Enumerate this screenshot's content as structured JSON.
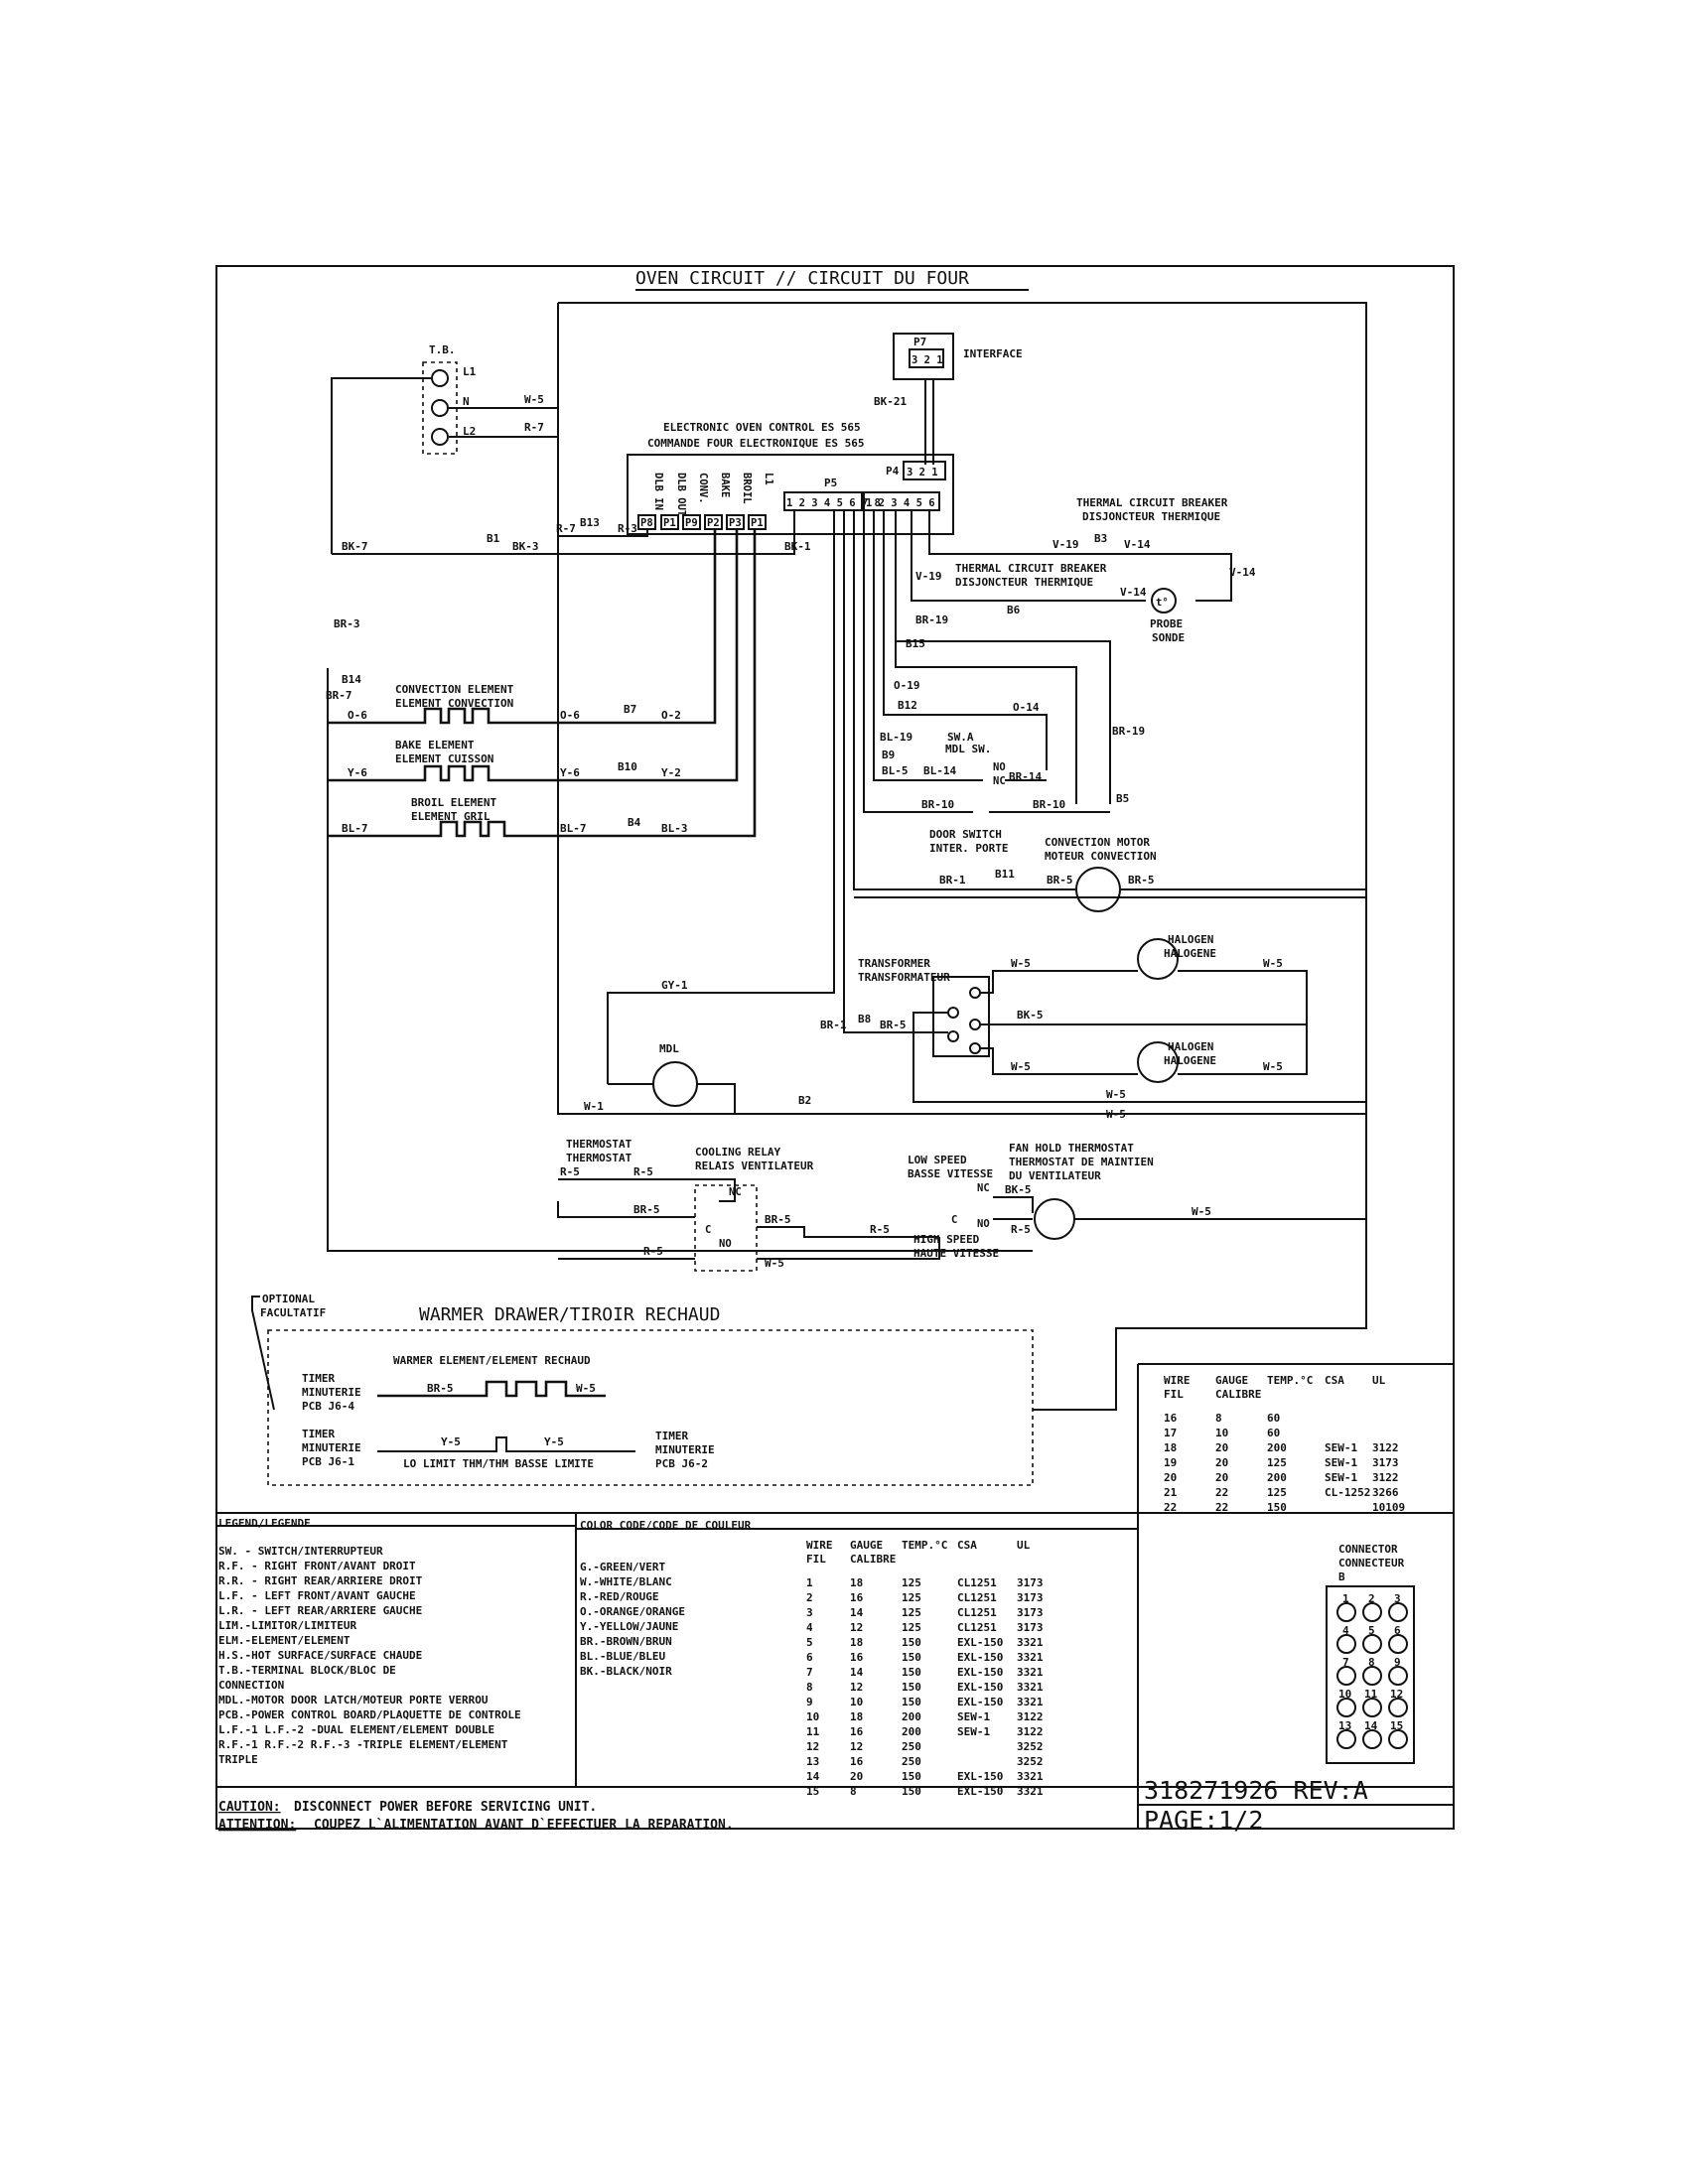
{
  "title": "OVEN CIRCUIT // CIRCUIT DU FOUR",
  "warmer_title": "WARMER DRAWER/TIROIR RECHAUD",
  "optional_label": [
    "OPTIONAL",
    "FACULTATIF"
  ],
  "doc_number": "318271926  REV:A",
  "page": "PAGE:1/2",
  "caution": {
    "label": "CAUTION:",
    "text": " DISCONNECT POWER BEFORE SERVICING UNIT."
  },
  "attention": {
    "label": "ATTENTION:",
    "text": "COUPEZ L`ALIMENTATION AVANT D`EFFECTUER LA REPARATION."
  },
  "components": {
    "tb": "T.B.",
    "tb_l1": "L1",
    "tb_n": "N",
    "tb_l2": "L2",
    "p7": "P7",
    "p7_pins": "3 2 1",
    "interface": "INTERFACE",
    "eoc1": "ELECTRONIC OVEN CONTROL ES 565",
    "eoc2": "COMMANDE FOUR ELECTRONIQUE ES 565",
    "relay_labels": [
      "DLB IN",
      "DLB OUT",
      "CONV.",
      "BAKE",
      "BROIL",
      "L1"
    ],
    "relay_pins": [
      "P8",
      "P1",
      "P9",
      "P2",
      "P3",
      "P1"
    ],
    "p5": "P5",
    "p5_pins": "1 2 3 4 5 6 7 8",
    "p4": "P4",
    "p4_pins": "1 2 3 4 5 6",
    "tcb1a": "THERMAL CIRCUIT BREAKER",
    "tcb1b": "DISJONCTEUR THERMIQUE",
    "tcb2a": "THERMAL CIRCUIT BREAKER",
    "tcb2b": "DISJONCTEUR THERMIQUE",
    "probe1": "PROBE",
    "probe2": "SONDE",
    "probe_sym": "t°",
    "conv_el1": "CONVECTION ELEMENT",
    "conv_el2": "ELEMENT CONVECTION",
    "bake_el1": "BAKE ELEMENT",
    "bake_el2": "ELEMENT CUISSON",
    "broil_el1": "BROIL ELEMENT",
    "broil_el2": "ELEMENT GRIL",
    "swa1": "SW.A",
    "swa2": "MDL SW.",
    "no": "NO",
    "nc": "NC",
    "door1": "DOOR SWITCH",
    "door2": "INTER. PORTE",
    "cmotor1": "CONVECTION MOTOR",
    "cmotor2": "MOTEUR CONVECTION",
    "halogen1": "HALOGEN",
    "halogen2": "HALOGENE",
    "trans1": "TRANSFORMER",
    "trans2": "TRANSFORMATEUR",
    "mdl": "MDL",
    "thermo1": "THERMOSTAT",
    "thermo2": "THERMOSTAT",
    "relay1": "COOLING RELAY",
    "relay2": "RELAIS VENTILATEUR",
    "c": "C",
    "low1": "LOW SPEED",
    "low2": "BASSE VITESSE",
    "fan1": "FAN HOLD THERMOSTAT",
    "fan2": "THERMOSTAT DE MAINTIEN",
    "fan3": "DU VENTILATEUR",
    "high1": "HIGH SPEED",
    "high2": "HAUTE VITESSE",
    "warmer_el": "WARMER ELEMENT/ELEMENT RECHAUD",
    "timer_a": [
      "TIMER",
      "MINUTERIE",
      "PCB J6-4"
    ],
    "timer_b": [
      "TIMER",
      "MINUTERIE",
      "PCB J6-1"
    ],
    "timer_c": [
      "TIMER",
      "MINUTERIE",
      "PCB J6-2"
    ],
    "lolimit": "LO LIMIT THM/THM BASSE LIMITE"
  },
  "wires": {
    "w5": "W-5",
    "r7": "R-7",
    "bk7": "BK-7",
    "bk3": "BK-3",
    "bk1": "BK-1",
    "bk21": "BK-21",
    "r3": "R-3",
    "b1": "B1",
    "b13": "B13",
    "b3": "B3",
    "b6": "B6",
    "b7": "B7",
    "b10": "B10",
    "b4": "B4",
    "b14": "B14",
    "b15": "B15",
    "b12": "B12",
    "b9": "B9",
    "b5": "B5",
    "b11": "B11",
    "b8": "B8",
    "b2": "B2",
    "v19": "V-19",
    "v14": "V-14",
    "br3": "BR-3",
    "br7": "BR-7",
    "br19": "BR-19",
    "br14": "BR-14",
    "br10": "BR-10",
    "br1": "BR-1",
    "br5": "BR-5",
    "o6": "O-6",
    "o2": "O-2",
    "o19": "O-19",
    "o14": "O-14",
    "y6": "Y-6",
    "y2": "Y-2",
    "y5": "Y-5",
    "bl7": "BL-7",
    "bl3": "BL-3",
    "bl19": "BL-19",
    "bl5": "BL-5",
    "bl14": "BL-14",
    "gy1": "GY-1",
    "bk5": "BK-5",
    "w1": "W-1",
    "r5": "R-5"
  },
  "legend": {
    "title": "LEGEND/LEGENDE",
    "lines": [
      "SW.  - SWITCH/INTERRUPTEUR",
      "R.F.  - RIGHT FRONT/AVANT DROIT",
      "R.R.  - RIGHT REAR/ARRIERE DROIT",
      "L.F.  - LEFT FRONT/AVANT GAUCHE",
      "L.R.  - LEFT REAR/ARRIERE GAUCHE",
      "LIM.-LIMITOR/LIMITEUR",
      "ELM.-ELEMENT/ELEMENT",
      "H.S.-HOT SURFACE/SURFACE CHAUDE",
      "T.B.-TERMINAL BLOCK/BLOC DE",
      "        CONNECTION",
      "MDL.-MOTOR DOOR LATCH/MOTEUR PORTE VERROU",
      "PCB.-POWER CONTROL BOARD/PLAQUETTE DE CONTROLE",
      "L.F.-1 L.F.-2 -DUAL ELEMENT/ELEMENT  DOUBLE",
      "R.F.-1 R.F.-2 R.F.-3 -TRIPLE ELEMENT/ELEMENT",
      "TRIPLE"
    ]
  },
  "color_code": {
    "title": "COLOR CODE/CODE DE COULEUR",
    "lines": [
      "G.-GREEN/VERT",
      "W.-WHITE/BLANC",
      "R.-RED/ROUGE",
      "O.-ORANGE/ORANGE",
      "Y.-YELLOW/JAUNE",
      "BR.-BROWN/BRUN",
      "BL.-BLUE/BLEU",
      "BK.-BLACK/NOIR"
    ]
  },
  "wire_table": {
    "headers": [
      "WIRE",
      "GAUGE",
      "TEMP.°C",
      "CSA",
      "UL"
    ],
    "headers2": [
      "FIL",
      "CALIBRE",
      "",
      "",
      ""
    ],
    "rows": [
      [
        "1",
        "18",
        "125",
        "CL1251",
        "3173"
      ],
      [
        "2",
        "16",
        "125",
        "CL1251",
        "3173"
      ],
      [
        "3",
        "14",
        "125",
        "CL1251",
        "3173"
      ],
      [
        "4",
        "12",
        "125",
        "CL1251",
        "3173"
      ],
      [
        "5",
        "18",
        "150",
        "EXL-150",
        "3321"
      ],
      [
        "6",
        "16",
        "150",
        "EXL-150",
        "3321"
      ],
      [
        "7",
        "14",
        "150",
        "EXL-150",
        "3321"
      ],
      [
        "8",
        "12",
        "150",
        "EXL-150",
        "3321"
      ],
      [
        "9",
        "10",
        "150",
        "EXL-150",
        "3321"
      ],
      [
        "10",
        "18",
        "200",
        "SEW-1",
        "3122"
      ],
      [
        "11",
        "16",
        "200",
        "SEW-1",
        "3122"
      ],
      [
        "12",
        "12",
        "250",
        "",
        "3252"
      ],
      [
        "13",
        "16",
        "250",
        "",
        "3252"
      ],
      [
        "14",
        "20",
        "150",
        "EXL-150",
        "3321"
      ],
      [
        "15",
        "8",
        "150",
        "EXL-150",
        "3321"
      ]
    ]
  },
  "wire_table2": {
    "headers": [
      "WIRE",
      "GAUGE",
      "TEMP.°C",
      "CSA",
      "UL"
    ],
    "headers2": [
      "FIL",
      "CALIBRE",
      "",
      "",
      ""
    ],
    "rows": [
      [
        "16",
        "8",
        "60",
        "",
        ""
      ],
      [
        "17",
        "10",
        "60",
        "",
        ""
      ],
      [
        "18",
        "20",
        "200",
        "SEW-1",
        "3122"
      ],
      [
        "19",
        "20",
        "125",
        "SEW-1",
        "3173"
      ],
      [
        "20",
        "20",
        "200",
        "SEW-1",
        "3122"
      ],
      [
        "21",
        "22",
        "125",
        "CL-1252",
        "3266"
      ],
      [
        "22",
        "22",
        "150",
        "",
        "10109"
      ]
    ]
  },
  "connector": {
    "title1": "CONNECTOR",
    "title2": "CONNECTEUR",
    "label": "B",
    "pins": [
      "1",
      "2",
      "3",
      "4",
      "5",
      "6",
      "7",
      "8",
      "9",
      "10",
      "11",
      "12",
      "13",
      "14",
      "15"
    ]
  }
}
